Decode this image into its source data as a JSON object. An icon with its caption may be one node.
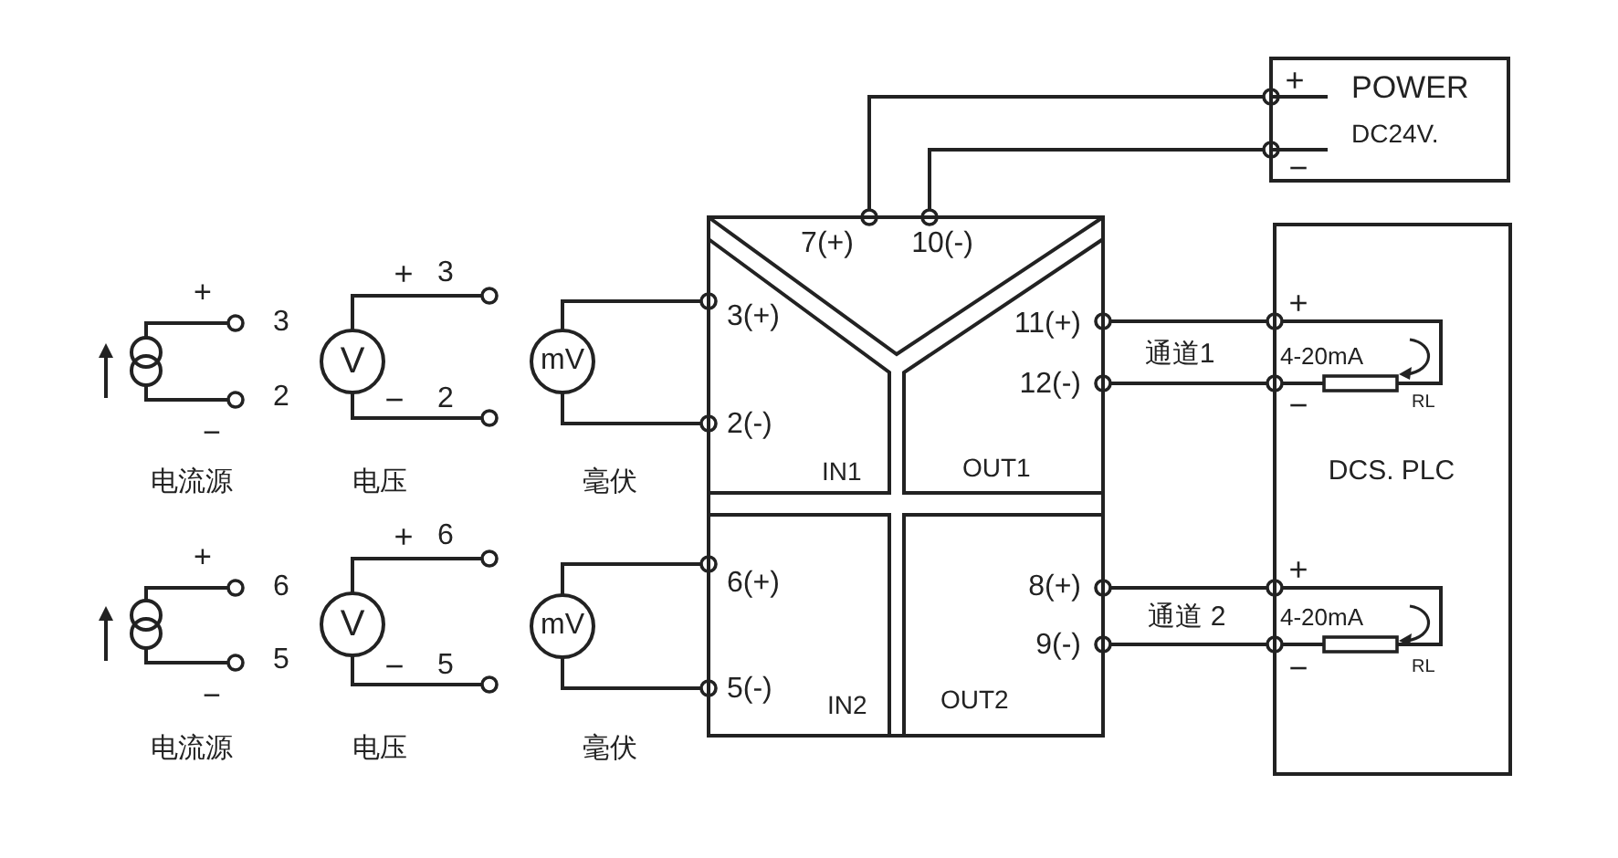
{
  "diagram": {
    "nodes": [
      {
        "text": [
          "POWER",
          "DC24V."
        ]
      },
      {
        "text": [
          "7(+)",
          "10(-)"
        ]
      },
      {
        "text": [
          "3(+)",
          "2(-)",
          "IN1"
        ],
        "in": 1
      },
      {
        "text": [
          "11(+)",
          "12(-)",
          "OUT1"
        ],
        "in": 1
      },
      {
        "text": [
          "6(+)",
          "5(-)",
          "IN2"
        ],
        "in": 1
      },
      {
        "text": [
          "8(+)",
          "9(-)",
          "OUT2"
        ],
        "in": 1
      },
      {
        "text": [
          "DCS. PLC"
        ]
      },
      {
        "text": [],
        "shape": "circle",
        "beside": [
          "电流源"
        ]
      },
      {
        "text": [
          "V"
        ],
        "beside": [
          "电压"
        ]
      },
      {
        "text": [
          "mV"
        ],
        "beside": [
          "毫伏"
        ]
      },
      {
        "text": [],
        "shape": "circle",
        "beside": [
          "电流源"
        ]
      },
      {
        "text": [
          "V"
        ],
        "beside": [
          "电压"
        ]
      },
      {
        "text": [
          "mV"
        ],
        "beside": [
          "毫伏"
        ]
      }
    ],
    "edges": [
      {
        "from": 0,
        "to": 1,
        "arrow": "other"
      },
      {
        "from": 0,
        "to": 1,
        "arrow": "other"
      },
      {
        "from": 7,
        "to": null,
        "arrow": "other"
      },
      {
        "from": 7,
        "to": null,
        "arrow": "other"
      },
      {
        "from": 8,
        "to": null,
        "arrow": "other"
      },
      {
        "from": 8,
        "to": null,
        "arrow": "other"
      },
      {
        "from": 9,
        "to": 2,
        "arrow": "other"
      },
      {
        "from": 9,
        "to": 2,
        "arrow": "other"
      },
      {
        "from": 10,
        "to": null,
        "arrow": "other"
      },
      {
        "from": 10,
        "to": null,
        "arrow": "other"
      },
      {
        "from": 11,
        "to": null,
        "arrow": "other"
      },
      {
        "from": 11,
        "to": null,
        "arrow": "other"
      },
      {
        "from": 12,
        "to": 4,
        "arrow": "other"
      },
      {
        "from": 12,
        "to": 4,
        "arrow": "other"
      },
      {
        "from": 3,
        "to": 6,
        "arrow": "other",
        "label": "通道1"
      },
      {
        "from": 3,
        "to": 6,
        "arrow": "other"
      },
      {
        "from": 5,
        "to": 6,
        "arrow": "other",
        "label": "通道 2"
      },
      {
        "from": 5,
        "to": 6,
        "arrow": "other"
      }
    ],
    "labels": [
      "+",
      "−",
      "+",
      "3",
      "−",
      "2",
      "+",
      "3",
      "−",
      "2",
      "+",
      "4-20mA",
      "−",
      "RL",
      "+",
      "6",
      "−",
      "5",
      "+",
      "6",
      "−",
      "5",
      "+",
      "4-20mA",
      "−",
      "RL"
    ]
  }
}
